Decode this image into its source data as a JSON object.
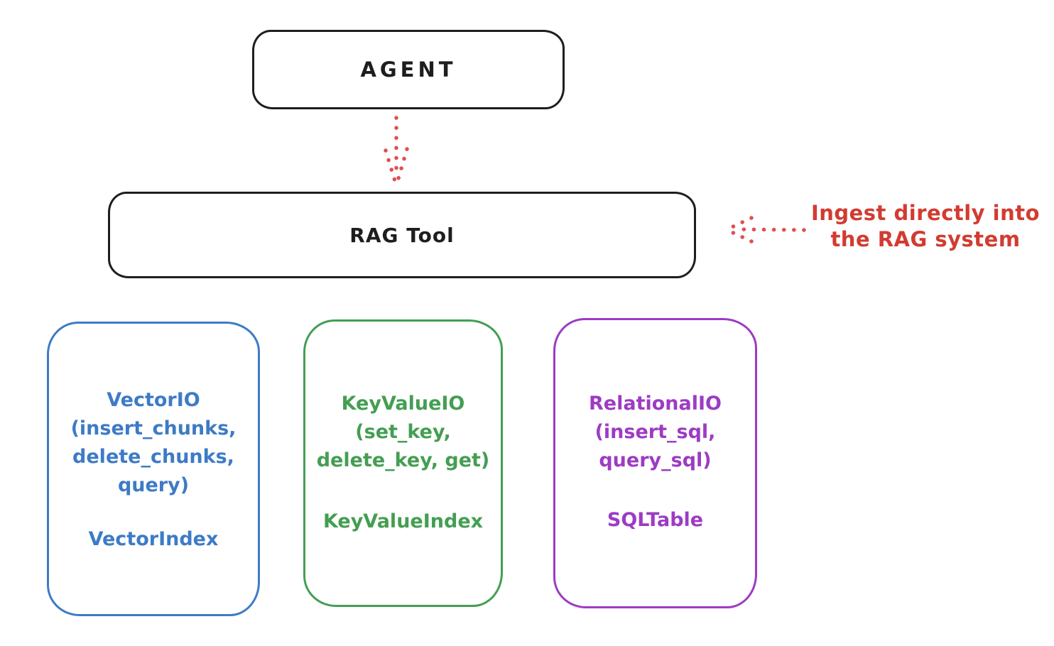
{
  "nodes": {
    "agent": {
      "label": "AGENT"
    },
    "rag_tool": {
      "label": "RAG Tool"
    },
    "vector": {
      "lines": [
        "VectorIO",
        "(insert_chunks,",
        "delete_chunks,",
        "query)"
      ],
      "footer": "VectorIndex"
    },
    "keyvalue": {
      "lines": [
        "KeyValueIO",
        "(set_key,",
        "delete_key, get)"
      ],
      "footer": "KeyValueIndex"
    },
    "relational": {
      "lines": [
        "RelationalIO",
        "(insert_sql,",
        "query_sql)"
      ],
      "footer": "SQLTable"
    }
  },
  "annotation": {
    "lines": [
      "Ingest directly into",
      "the RAG system"
    ]
  },
  "colors": {
    "ink": "#1e1e1e",
    "arrow_red": "#e04f4f",
    "annotation_red": "#d23b31",
    "vector_blue": "#3d7bc6",
    "keyvalue_green": "#449e52",
    "relational_purple": "#9d3bc4"
  }
}
